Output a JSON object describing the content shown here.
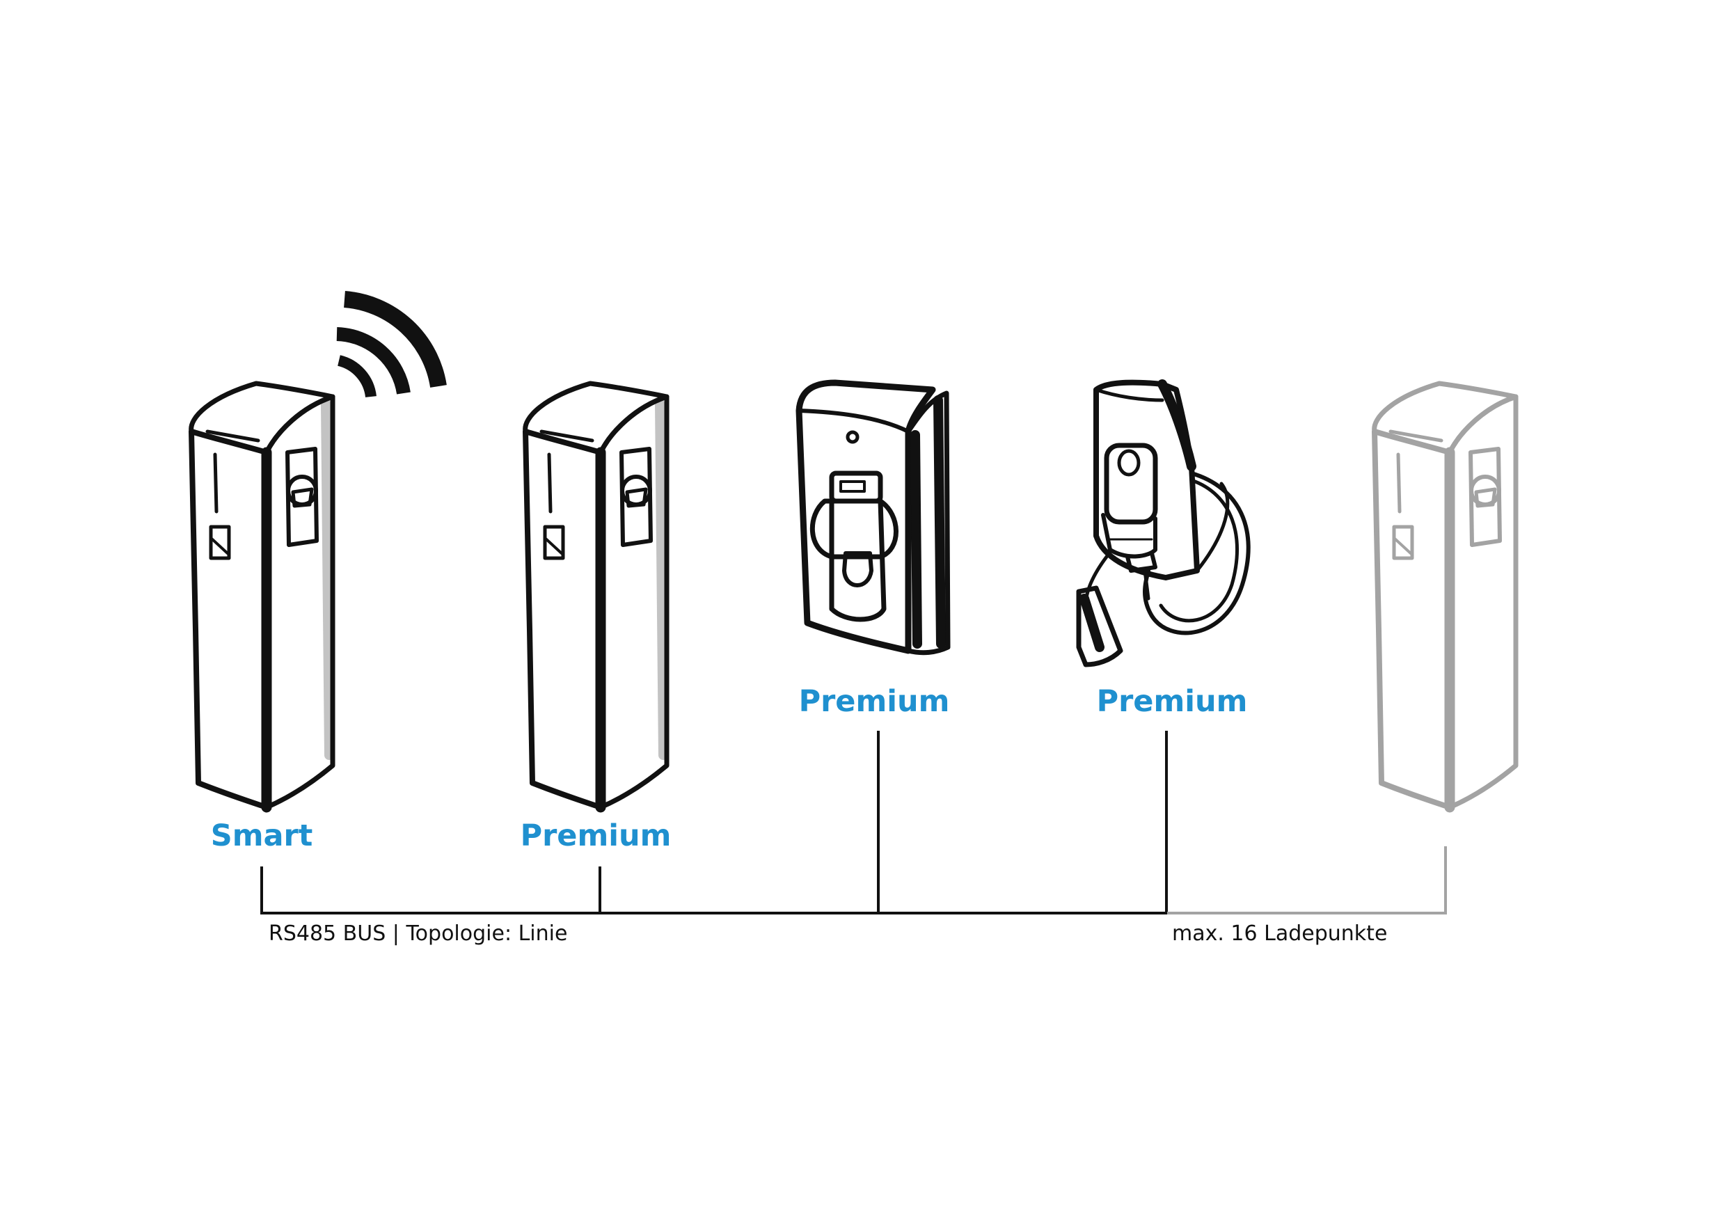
{
  "colors": {
    "label": "#1f90cf",
    "ink": "#111111",
    "ghost": "#a3a3a3",
    "bus_line": "#111111",
    "bus_extension": "#a3a3a3"
  },
  "stations": [
    {
      "label": "Smart",
      "device": "pillar-charger",
      "wireless": true
    },
    {
      "label": "Premium",
      "device": "pillar-charger",
      "wireless": false
    },
    {
      "label": "Premium",
      "device": "wallbox",
      "wireless": false
    },
    {
      "label": "Premium",
      "device": "wallbox-with-cable",
      "wireless": false
    },
    {
      "label": "",
      "device": "pillar-charger-ghost",
      "wireless": false
    }
  ],
  "bus": {
    "caption": "RS485 BUS | Topologie: Linie",
    "max_caption": "max. 16 Ladepunkte"
  }
}
